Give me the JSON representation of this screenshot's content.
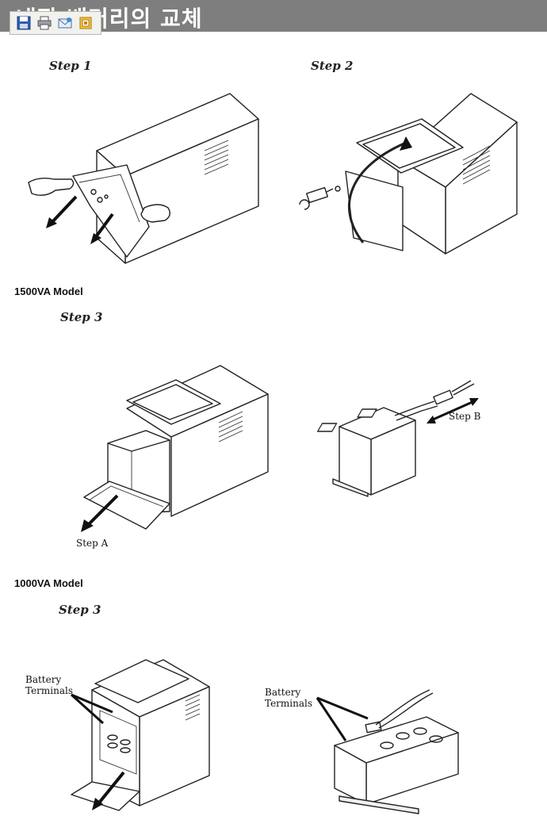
{
  "header": {
    "title": "내장 배터리의 교체"
  },
  "toolbar": {
    "icons": [
      "save-icon",
      "print-icon",
      "email-icon",
      "export-icon"
    ]
  },
  "steps": {
    "step1": "Step 1",
    "step2": "Step 2",
    "step3a": "Step 3",
    "step3b": "Step 3"
  },
  "models": {
    "model1500": "1500VA Model",
    "model1000": "1000VA Model"
  },
  "callouts": {
    "stepA": "Step A",
    "stepB": "Step B",
    "battery1_line1": "Battery",
    "battery1_line2": "Terminals",
    "battery2_line1": "Battery",
    "battery2_line2": "Terminals"
  }
}
